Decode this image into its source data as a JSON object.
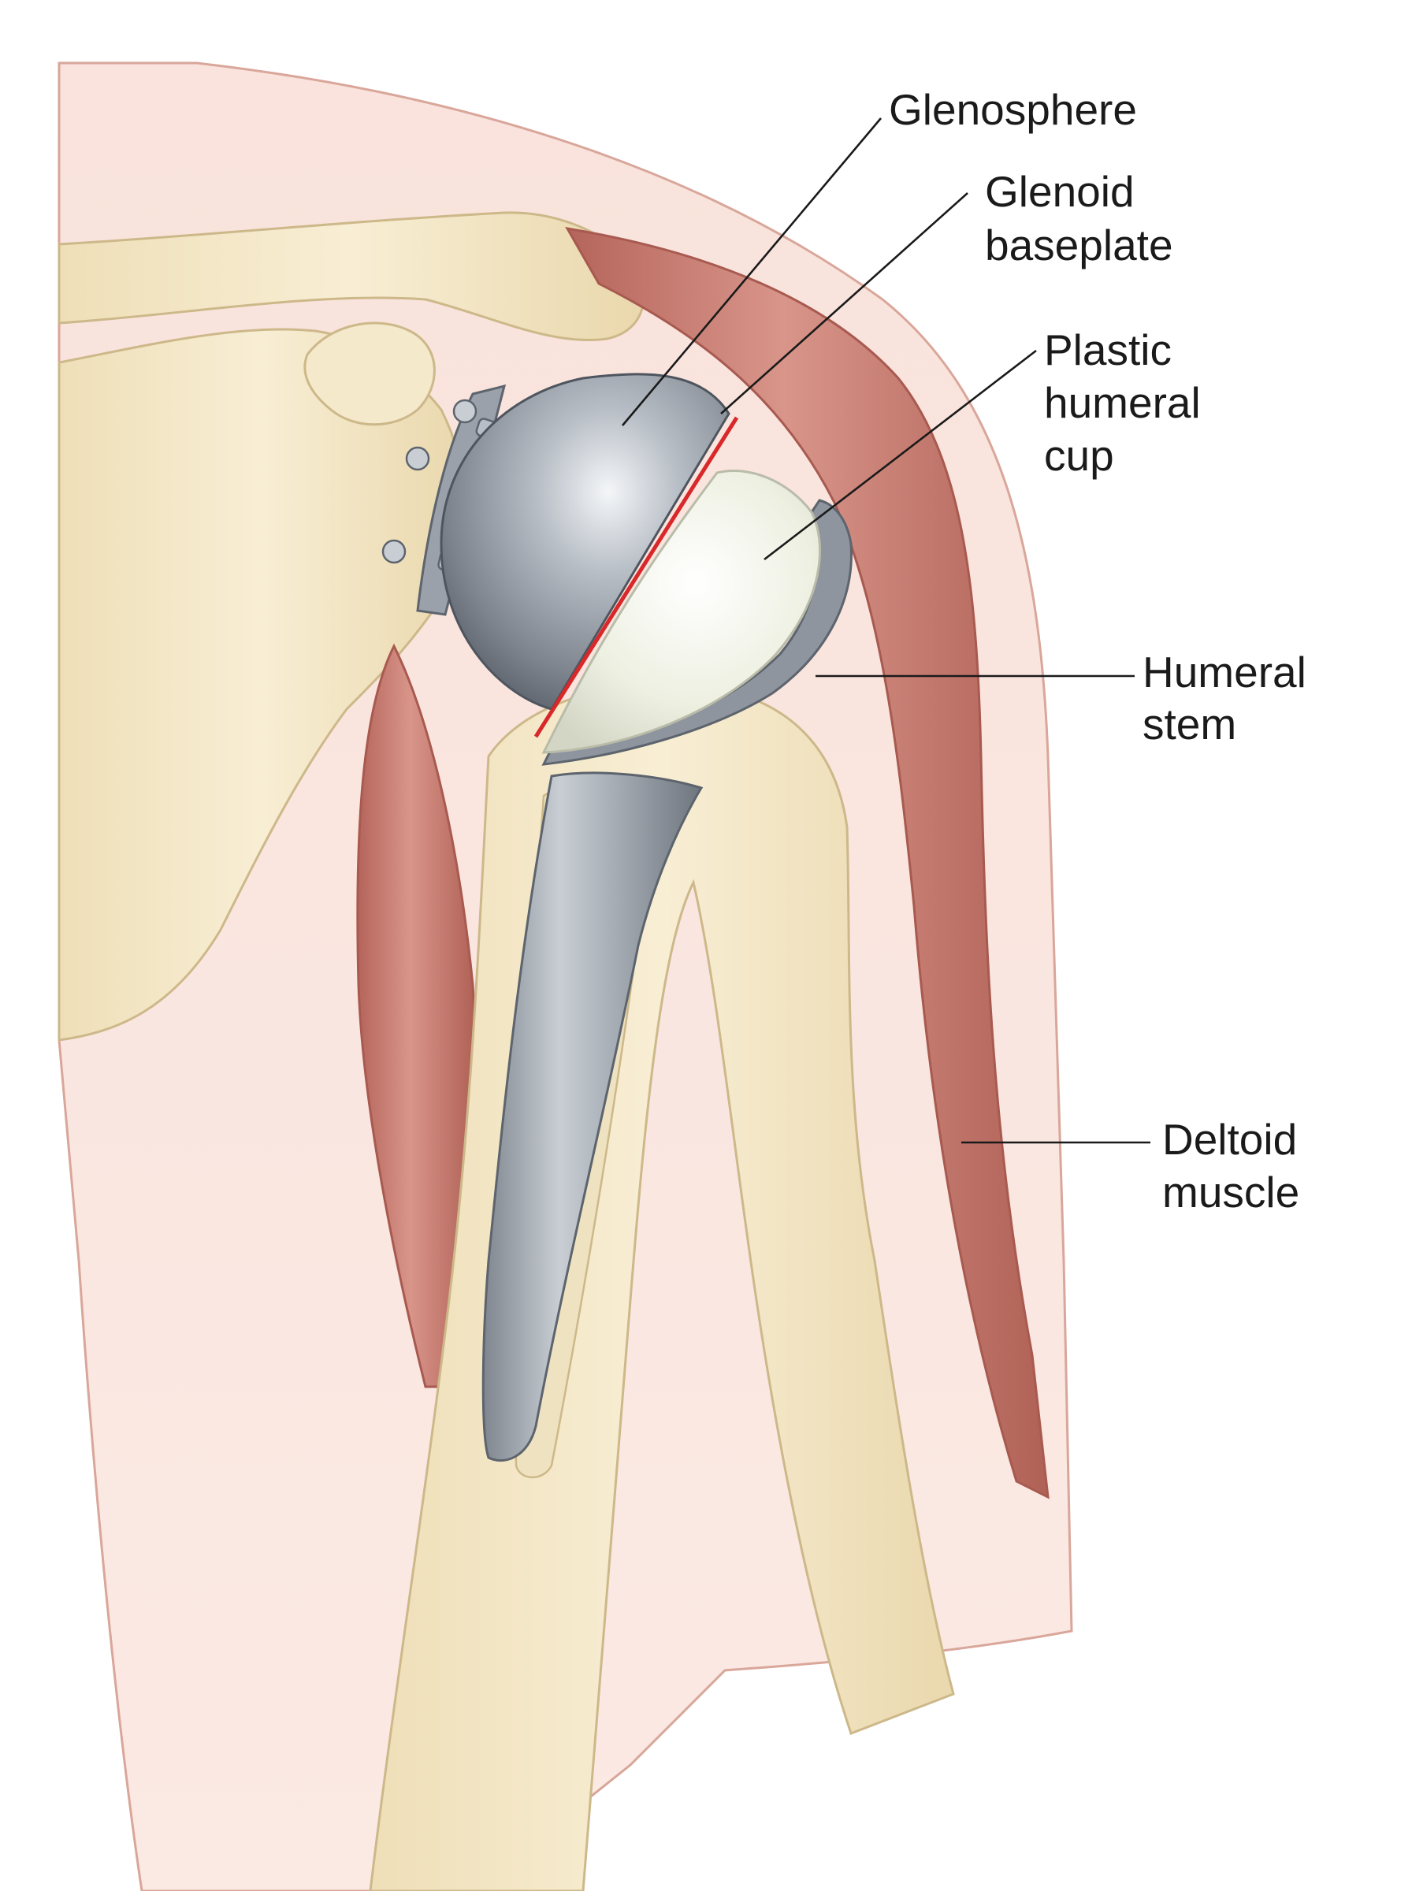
{
  "labels": {
    "glenosphere": "Glenosphere",
    "glenoid_baseplate_line1": "Glenoid",
    "glenoid_baseplate_line2": "baseplate",
    "humeral_cup_line1": "Plastic",
    "humeral_cup_line2": "humeral",
    "humeral_cup_line3": "cup",
    "humeral_stem_line1": "Humeral",
    "humeral_stem_line2": "stem",
    "deltoid_line1": "Deltoid",
    "deltoid_line2": "muscle"
  },
  "colors": {
    "background": "#ffffff",
    "skin": "#f6dcd4",
    "skin_outline": "#d9a69a",
    "bone": "#f3e7c8",
    "bone_outline": "#cdb88a",
    "muscle": "#c97e72",
    "muscle_dark": "#a85a50",
    "tendon": "#e6d3cc",
    "metal_light": "#e3e6ea",
    "metal": "#9aa1aa",
    "metal_dark": "#5d646d",
    "plastic": "#eef0e2",
    "red_accent": "#d8282a",
    "label_text": "#1a1a1a"
  }
}
